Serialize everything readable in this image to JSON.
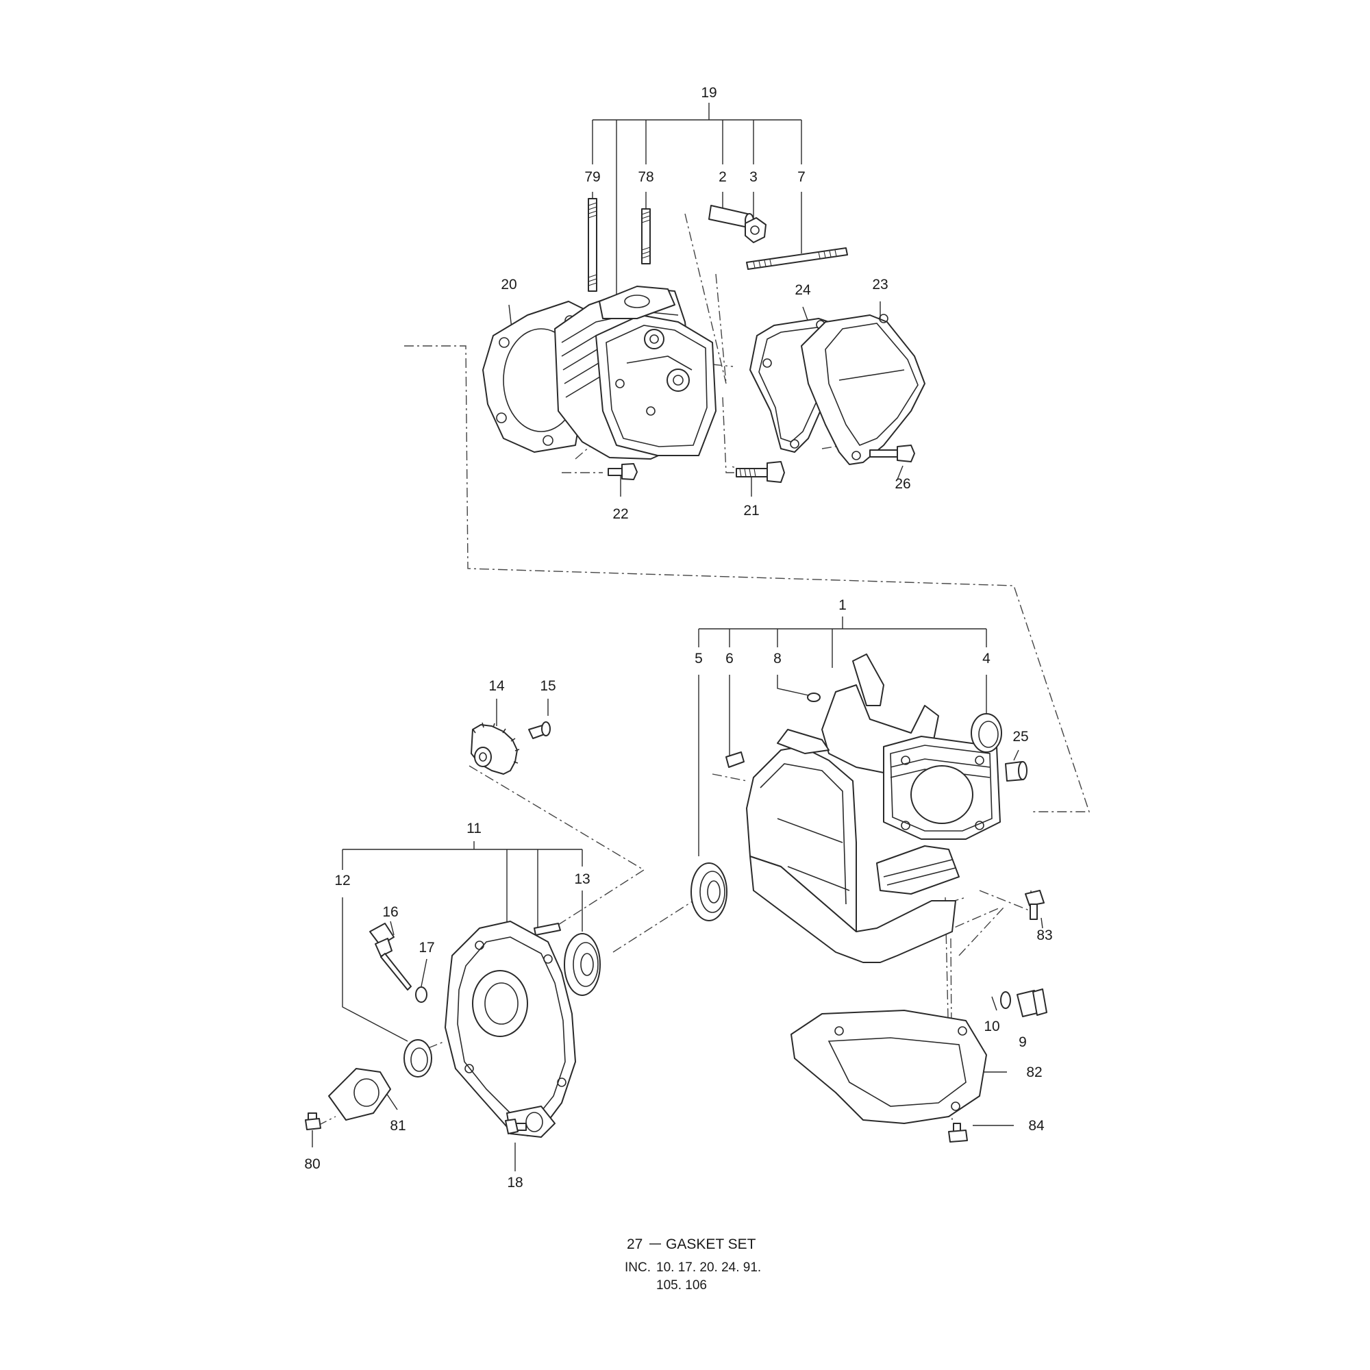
{
  "callouts": {
    "c19": "19",
    "c79": "79",
    "c78": "78",
    "c2": "2",
    "c3": "3",
    "c7": "7",
    "c20": "20",
    "c24": "24",
    "c23": "23",
    "c22": "22",
    "c21": "21",
    "c26": "26",
    "c1": "1",
    "c5": "5",
    "c6": "6",
    "c8": "8",
    "c4": "4",
    "c25": "25",
    "c14": "14",
    "c15": "15",
    "c11": "11",
    "c12": "12",
    "c13": "13",
    "c16": "16",
    "c17": "17",
    "c83": "83",
    "c10": "10",
    "c9": "9",
    "c82": "82",
    "c84": "84",
    "c81": "81",
    "c80": "80",
    "c18": "18"
  },
  "gasket_note": {
    "number": "27",
    "title": "GASKET SET",
    "inc_label": "INC.",
    "line1": "10.  17.  20.  24.  91.",
    "line2": "105.  106"
  }
}
